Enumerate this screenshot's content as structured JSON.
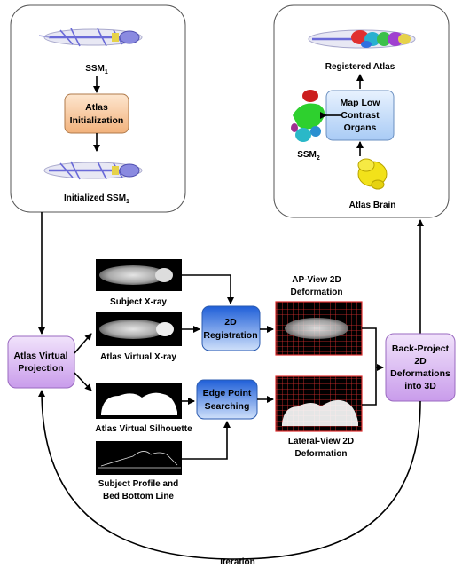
{
  "panels": {
    "left_top": {
      "ssm1_label": "SSM",
      "ssm1_sub": "1",
      "atlas_init_line1": "Atlas",
      "atlas_init_line2": "Initialization",
      "initialized_label": "Initialized  SSM",
      "initialized_sub": "1"
    },
    "right_top": {
      "registered_atlas_label": "Registered Atlas",
      "map_line1": "Map Low",
      "map_line2": "Contrast",
      "map_line3": "Organs",
      "ssm2_label": "SSM",
      "ssm2_sub": "2",
      "atlas_brain_label": "Atlas Brain"
    }
  },
  "process": {
    "atlas_virtual_projection_line1": "Atlas Virtual",
    "atlas_virtual_projection_line2": "Projection",
    "subject_xray_label": "Subject X-ray",
    "atlas_virtual_xray_label": "Atlas Virtual X-ray",
    "atlas_virtual_silhouette_label": "Atlas Virtual Silhouette",
    "subject_profile_line1": "Subject Profile and",
    "subject_profile_line2": "Bed Bottom Line",
    "registration_line1": "2D",
    "registration_line2": "Registration",
    "edge_line1": "Edge Point",
    "edge_line2": "Searching",
    "ap_line1": "AP-View 2D",
    "ap_line2": "Deformation",
    "lat_line1": "Lateral-View 2D",
    "lat_line2": "Deformation",
    "backproject_line1": "Back-Project",
    "backproject_line2": "2D",
    "backproject_line3": "Deformations",
    "backproject_line4": "into 3D",
    "iteration_label": "Iteration"
  },
  "colors": {
    "init_box": "#f6c89a",
    "blue_box": "#2b6fe0",
    "light_blue_box": "#cfe3fb",
    "purple_box": "#d9b8f2",
    "mesh": "#e03030",
    "skeleton": "#6a6ad8"
  }
}
